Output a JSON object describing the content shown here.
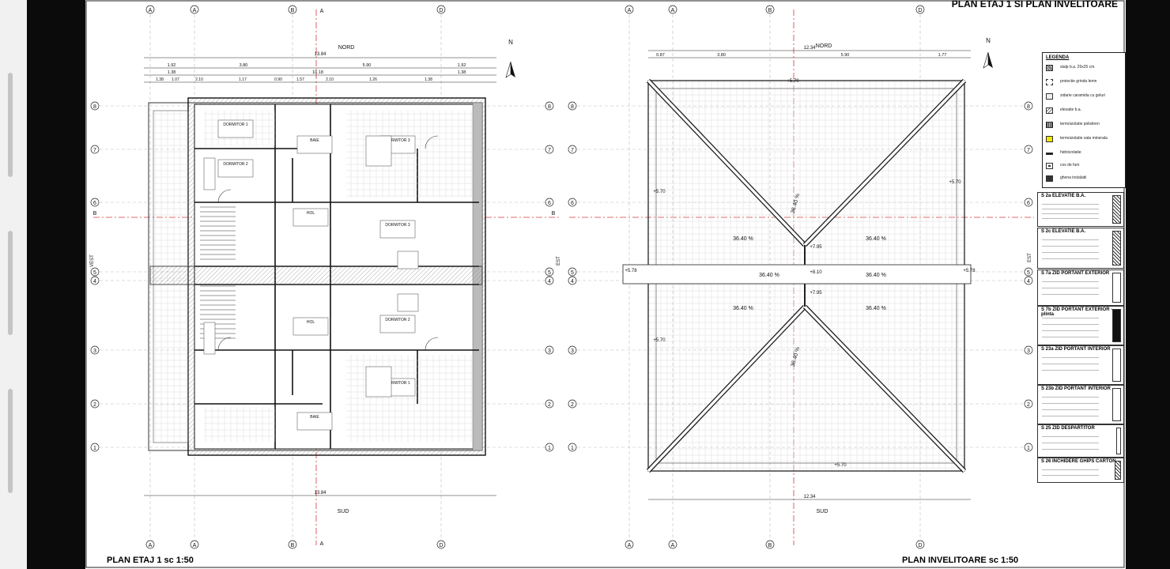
{
  "sheet_title": "PLAN ETAJ 1 SI PLAN INVELITOARE",
  "plan_left": {
    "title": "PLAN ETAJ 1 sc 1:50",
    "north_label": "NORD",
    "south_label": "SUD",
    "east_label": "EST",
    "west_label": "VEST",
    "section_labels": [
      "A",
      "B"
    ],
    "col_axes": [
      "A",
      "A",
      "B",
      "D"
    ],
    "row_axes": [
      "8",
      "7",
      "6",
      "5",
      "4",
      "3",
      "2",
      "1"
    ],
    "dims_top_overall": "13.84",
    "dims_top_row1": [
      "1.92",
      "3.80",
      "5.90",
      "1.92"
    ],
    "dims_top_row2": [
      "1.38",
      "10.18",
      "1.38"
    ],
    "dims_top_row3": [
      "1.38",
      "1.07",
      "2.10",
      "1.17",
      "0.90",
      "1.57",
      "2.10",
      "1.26",
      "1.38"
    ],
    "dims_bottom_overall": "13.84",
    "room_labels": [
      "DORMITOR 1",
      "DORMITOR 2",
      "DORMITOR 3",
      "DORMITOR 3",
      "DORMITOR 2",
      "DORMITOR 1",
      "HOL",
      "HOL",
      "BAIE",
      "BAIE"
    ]
  },
  "plan_right": {
    "title": "PLAN INVELITOARE sc 1:50",
    "north_label": "NORD",
    "south_label": "SUD",
    "east_label": "EST",
    "dims_top_overall": "12.34",
    "dims_top_row1": [
      "0.87",
      "3.80",
      "5.90",
      "1.77"
    ],
    "slopes": [
      "36.40 %",
      "36.40 %",
      "36.40 %",
      "36.40 %",
      "36.40 %",
      "36.40 %",
      "36.40 %",
      "36.40 %"
    ],
    "levels": [
      "+5.70",
      "+5.70",
      "+5.70",
      "+5.70",
      "+7.95",
      "+8.10",
      "+7.95",
      "+5.78",
      "+5.78",
      "+5.70"
    ]
  },
  "legend": {
    "title": "LEGENDA",
    "items": [
      "stalp b.a. 25x25 cm",
      "proiectie grinda lemn",
      "zidarie caramida cu goluri",
      "elevatie b.a.",
      "termoizolatie polistiren",
      "termoizolatie vata minerala",
      "hidroizolatie",
      "cos de fum",
      "ghena instalatii"
    ]
  },
  "sections": [
    "S 2a ELEVATIE B.A.",
    "S 2c ELEVATIE B.A.",
    "S 7a ZID PORTANT EXTERIOR",
    "S 7b ZID PORTANT EXTERIOR - plinta",
    "S 23a ZID PORTANT INTERIOR",
    "S 23b ZID PORTANT INTERIOR",
    "S 25 ZID DESPARTITOR",
    "S 26 INCHIDERE GHIPS CARTON"
  ],
  "colors": {
    "axis_red": "#d23b3b",
    "line": "#222222",
    "hatch": "#666666",
    "sheet": "#ffffff",
    "frame": "#0b0b0b",
    "highlight_yellow": "#f2e600"
  }
}
